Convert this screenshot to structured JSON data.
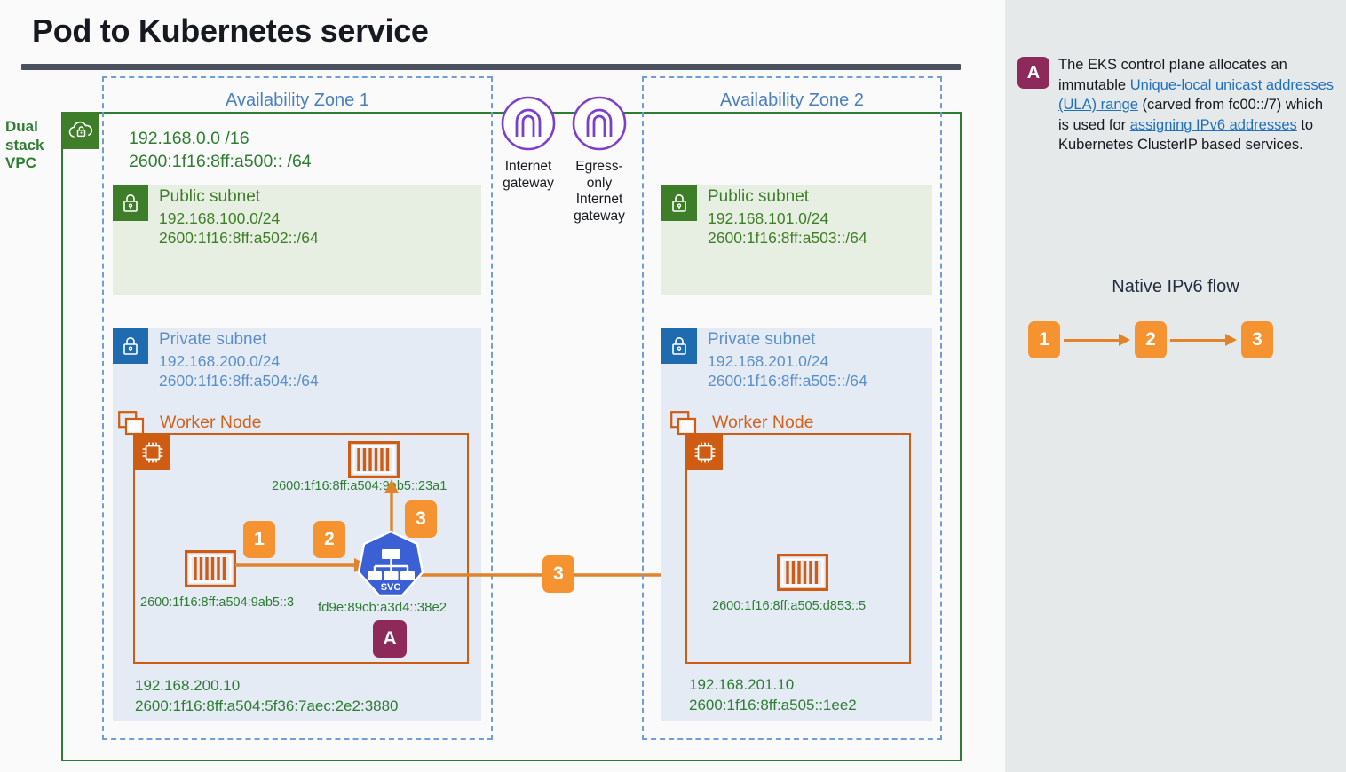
{
  "page": {
    "title": "Pod to Kubernetes service"
  },
  "colors": {
    "vpc_green": "#2e7d32",
    "subnet_public_green": "#3f7e28",
    "subnet_private_blue": "#1f6bb0",
    "az_dashed_blue": "#6f9fd8",
    "worker_orange": "#cf5c13",
    "flow_orange": "#f59331",
    "callout_maroon": "#8e2a5a",
    "k8s_blue": "#3b5fd4",
    "panel_bg": "#e6e9ea",
    "link_blue": "#1f6fbf"
  },
  "vpc": {
    "label": "Dual\nstack\nVPC",
    "label_lines": [
      "Dual",
      "stack",
      "VPC"
    ],
    "icon": "vpc-cloud-lock-icon",
    "cidr_ipv4": "192.168.0.0 /16",
    "cidr_ipv6": "2600:1f16:8ff:a500:: /64"
  },
  "gateways": [
    {
      "name": "internet-gateway",
      "icon": "internet-gateway-icon",
      "label_lines": [
        "Internet",
        "gateway"
      ]
    },
    {
      "name": "egress-only-internet-gateway",
      "icon": "egress-only-internet-gateway-icon",
      "label_lines": [
        "Egress-only",
        "Internet",
        "gateway"
      ]
    }
  ],
  "zones": [
    {
      "id": "az1",
      "title": "Availability Zone 1",
      "public_subnet": {
        "name": "Public subnet",
        "cidr_ipv4": "192.168.100.0/24",
        "cidr_ipv6": "2600:1f16:8ff:a502::/64"
      },
      "private_subnet": {
        "name": "Private subnet",
        "cidr_ipv4": "192.168.200.0/24",
        "cidr_ipv6": "2600:1f16:8ff:a504::/64"
      },
      "worker_node": {
        "label": "Worker Node",
        "node_ipv4": "192.168.200.10",
        "node_ipv6": "2600:1f16:8ff:a504:5f36:7aec:2e2:3880"
      },
      "pods": [
        {
          "name": "source-pod",
          "address": "2600:1f16:8ff:a504:9ab5::3"
        },
        {
          "name": "target-pod-local",
          "address": "2600:1f16:8ff:a504:9ab5::23a1"
        }
      ],
      "service": {
        "name": "kubernetes-service",
        "icon_label": "SVC",
        "address": "fd9e:89cb:a3d4::38e2",
        "note_badge": "A"
      },
      "flow_badges": [
        "1",
        "2",
        "3"
      ]
    },
    {
      "id": "az2",
      "title": "Availability Zone 2",
      "public_subnet": {
        "name": "Public subnet",
        "cidr_ipv4": "192.168.101.0/24",
        "cidr_ipv6": "2600:1f16:8ff:a503::/64"
      },
      "private_subnet": {
        "name": "Private subnet",
        "cidr_ipv4": "192.168.201.0/24",
        "cidr_ipv6": "2600:1f16:8ff:a505::/64"
      },
      "worker_node": {
        "label": "Worker Node",
        "node_ipv4": "192.168.201.10",
        "node_ipv6": "2600:1f16:8ff:a505::1ee2"
      },
      "pods": [
        {
          "name": "target-pod-remote",
          "address": "2600:1f16:8ff:a505:d853::5"
        }
      ],
      "cross_az_badge": "3"
    }
  ],
  "callout": {
    "badge": "A",
    "text_part_1": "The EKS control plane allocates an immutable ",
    "link_1": "Unique-local unicast addresses (ULA) range",
    "text_part_2": " (carved from fc00::/7) which is used for ",
    "link_2": "assigning IPv6 addresses",
    "text_part_3": " to Kubernetes ClusterIP based services."
  },
  "legend": {
    "title": "Native IPv6 flow",
    "steps": [
      "1",
      "2",
      "3"
    ]
  }
}
